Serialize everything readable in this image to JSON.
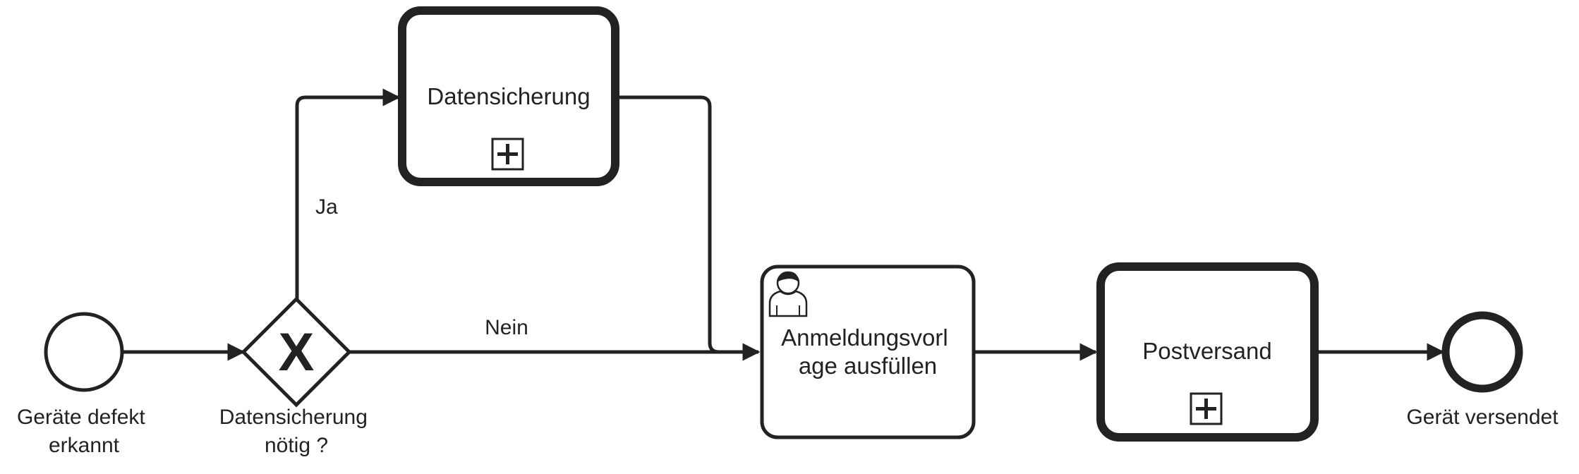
{
  "diagram": {
    "type": "bpmn-process",
    "colors": {
      "stroke": "#222222",
      "background": "#ffffff"
    },
    "start_event": {
      "label_line1": "Geräte defekt",
      "label_line2": "erkannt"
    },
    "gateway": {
      "label_line1": "Datensicherung",
      "label_line2": "nötig ?",
      "marker": "X"
    },
    "task_backup": {
      "label": "Datensicherung",
      "kind": "collapsed-subprocess",
      "icon": "plus-icon"
    },
    "task_form": {
      "label_line1": "Anmeldungsvorl",
      "label_line2": "age ausfüllen",
      "kind": "user-task",
      "icon": "user-icon"
    },
    "task_shipping": {
      "label": "Postversand",
      "kind": "collapsed-subprocess",
      "icon": "plus-icon"
    },
    "end_event": {
      "label": "Gerät versendet"
    },
    "flows": {
      "yes_label": "Ja",
      "no_label": "Nein"
    }
  }
}
